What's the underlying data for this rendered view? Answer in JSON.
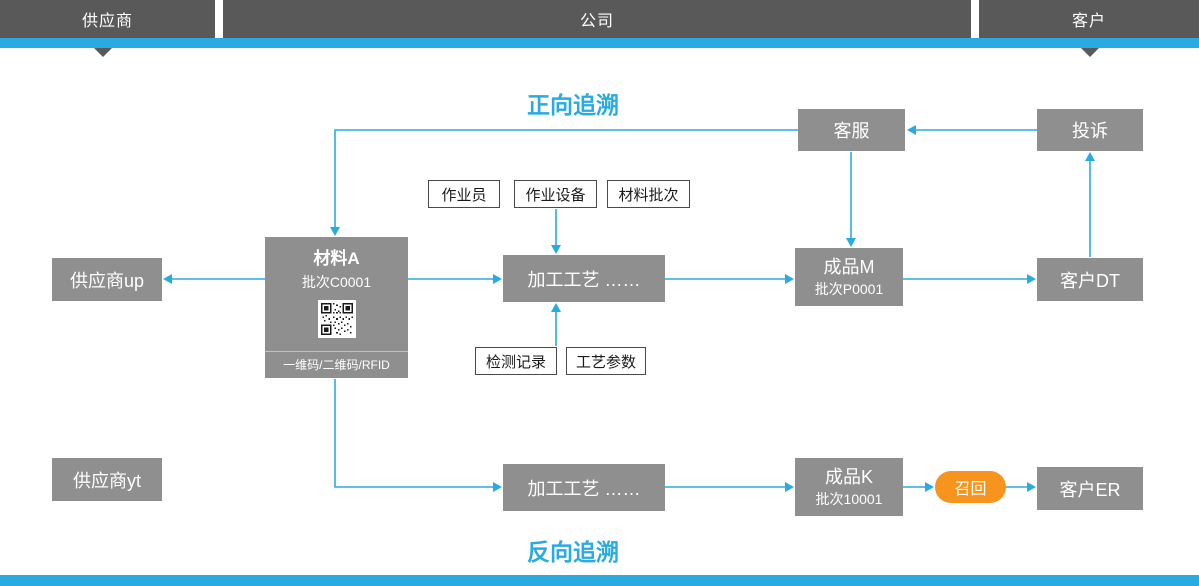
{
  "header": {
    "supplier": "供应商",
    "company": "公司",
    "customer": "客户"
  },
  "titles": {
    "forward": "正向追溯",
    "backward": "反向追溯"
  },
  "nodes": {
    "service": "客服",
    "complaint": "投诉",
    "supplier_up": "供应商up",
    "material_title": "材料A",
    "material_batch": "批次C0001",
    "material_code_label": "一维码/二维码/RFID",
    "process1": "加工工艺  ……",
    "productM_title": "成品M",
    "productM_batch": "批次P0001",
    "customer_dt": "客户DT",
    "supplier_yt": "供应商yt",
    "process2": "加工工艺  ……",
    "productK_title": "成品K",
    "productK_batch": "批次10001",
    "recall": "召回",
    "customer_er": "客户ER"
  },
  "labels": {
    "operator": "作业员",
    "equipment": "作业设备",
    "material_lot": "材料批次",
    "inspection": "检测记录",
    "process_params": "工艺参数"
  },
  "colors": {
    "accent_blue": "#29abe2",
    "bar_gray": "#595959",
    "node_gray": "#8f8f8f",
    "recall_orange": "#f7941d"
  }
}
